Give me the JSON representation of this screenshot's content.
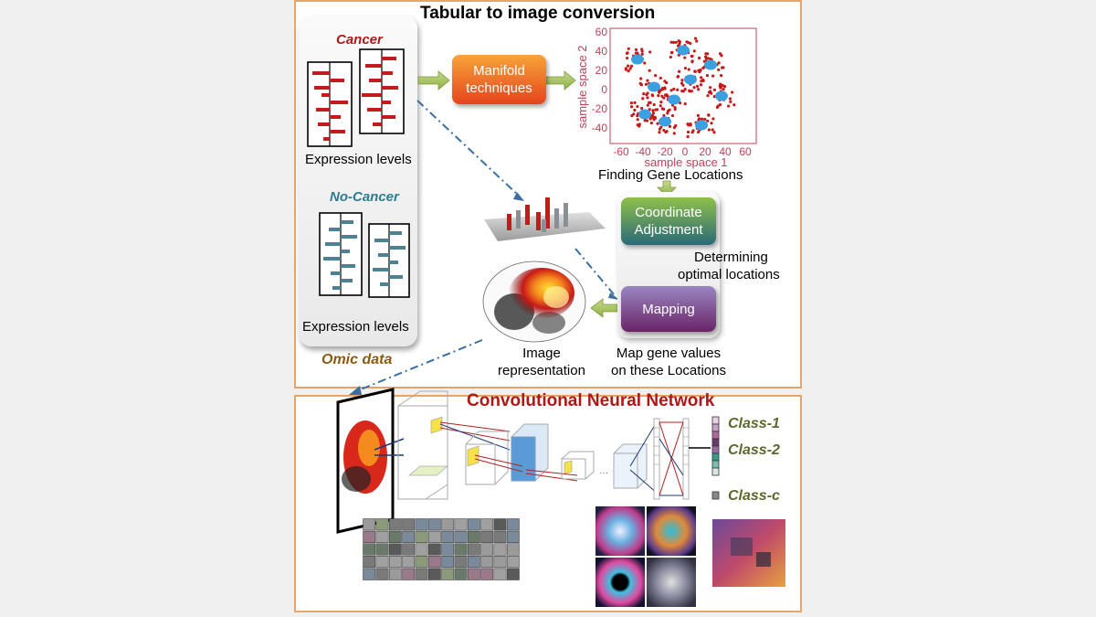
{
  "top_panel": {
    "title": "Tabular to image conversion"
  },
  "omic": {
    "cancer_label": "Cancer",
    "no_cancer_label": "No-Cancer",
    "expression_levels_1": "Expression levels",
    "expression_levels_2": "Expression levels",
    "footer": "Omic data"
  },
  "steps": {
    "manifold_line1": "Manifold",
    "manifold_line2": "techniques",
    "coord_line1": "Coordinate",
    "coord_line2": "Adjustment",
    "mapping": "Mapping"
  },
  "scatter": {
    "ylabel": "sample space 2",
    "xlabel": "sample space 1",
    "yticks": [
      "60",
      "40",
      "20",
      "0",
      "-20",
      "-40"
    ],
    "xticks": [
      "-60",
      "-40",
      "-20",
      "0",
      "20",
      "40",
      "60"
    ],
    "caption": "Finding Gene Locations"
  },
  "labels": {
    "determining_line1": "Determining",
    "determining_line2": "optimal locations",
    "image_rep_line1": "Image",
    "image_rep_line2": "representation",
    "map_values_line1": "Map gene values",
    "map_values_line2": "on these Locations"
  },
  "cnn": {
    "title": "Convolutional Neural Network",
    "class1": "Class-1",
    "class2": "Class-2",
    "classc": "Class-c"
  },
  "colors": {
    "cancer": "#b01818",
    "no_cancer": "#2e7b92",
    "omic_footer": "#8a5a12",
    "cnn_title": "#b01818",
    "class_label": "#5a6a2a",
    "panel_border": "#e3a56b",
    "scatter_axis": "#c0405a"
  }
}
